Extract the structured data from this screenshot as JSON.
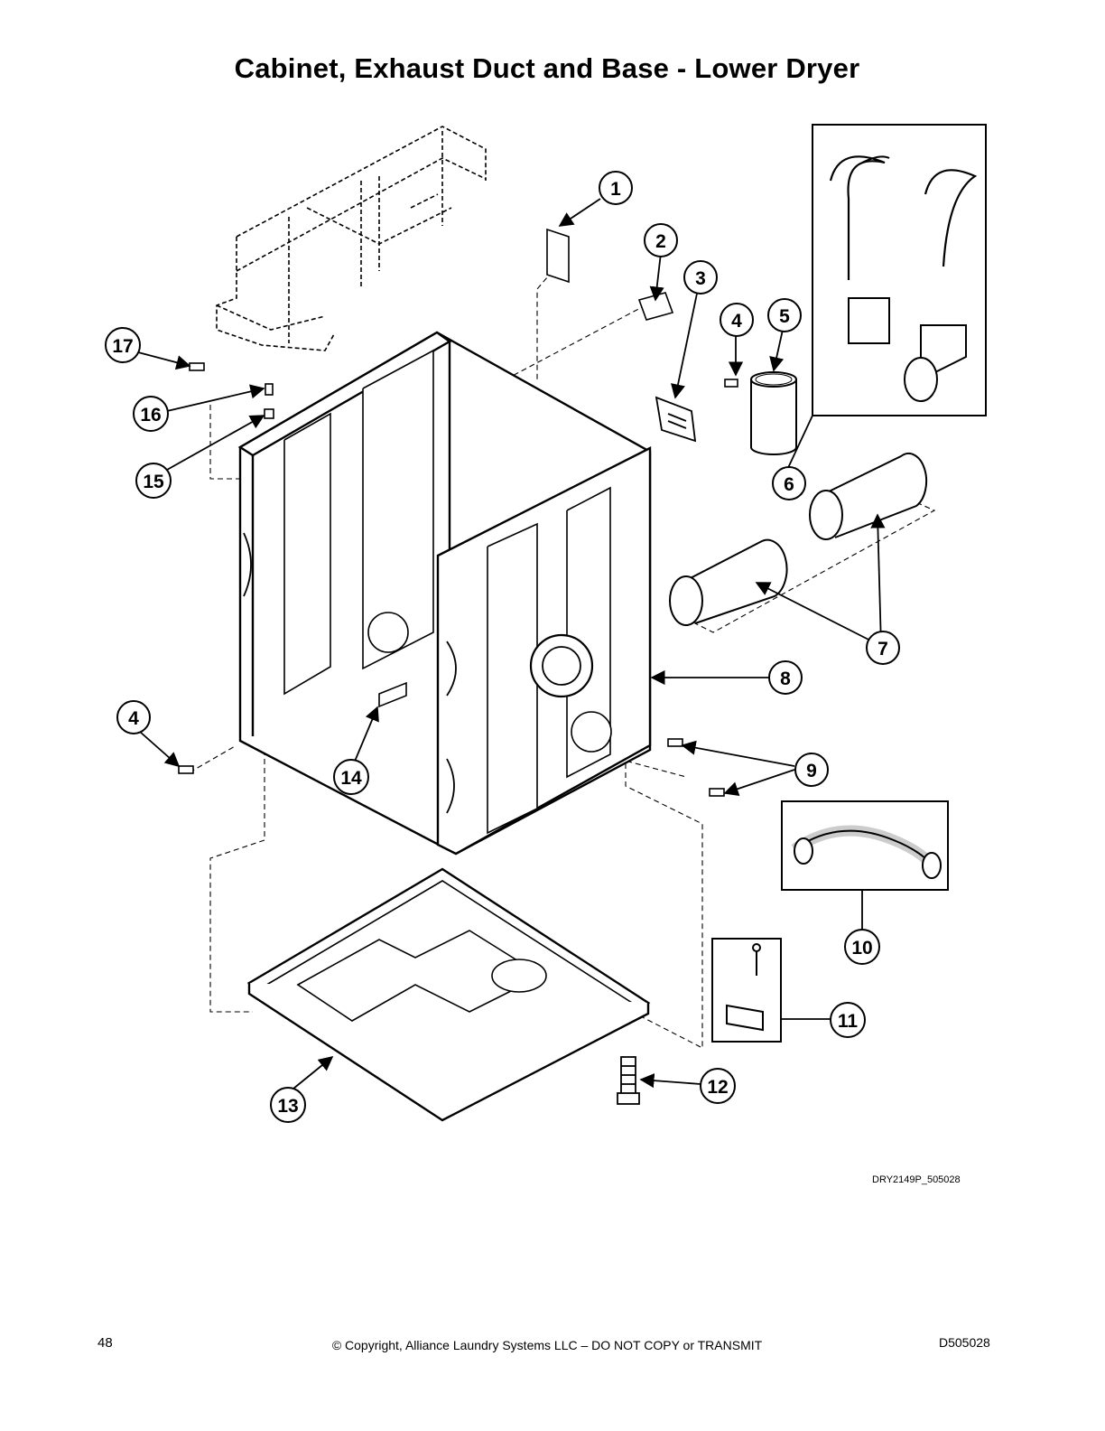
{
  "page": {
    "title": "Cabinet, Exhaust Duct and Base - Lower Dryer",
    "drawing_id": "DRY2149P_505028",
    "page_number": "48",
    "copyright": "© Copyright, Alliance Laundry Systems LLC – DO NOT COPY or TRANSMIT",
    "doc_number": "D505028"
  },
  "callouts": [
    "1",
    "2",
    "3",
    "4",
    "5",
    "6",
    "7",
    "8",
    "9",
    "10",
    "11",
    "12",
    "13",
    "14",
    "15",
    "16",
    "17",
    "4"
  ],
  "colors": {
    "ink": "#000000",
    "paper": "#ffffff",
    "shade": "#d9d9d9"
  }
}
